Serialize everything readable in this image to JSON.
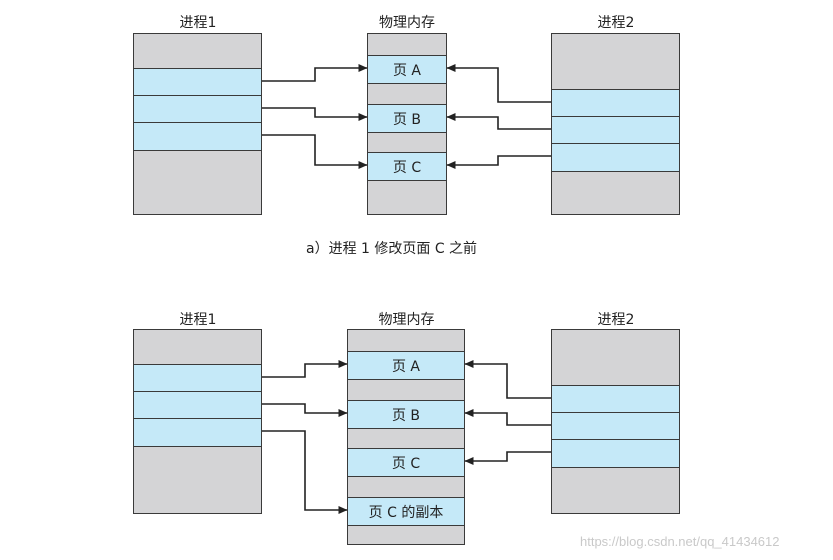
{
  "top": {
    "process1_title": "进程1",
    "memory_title": "物理内存",
    "process2_title": "进程2",
    "pages": [
      "页 A",
      "页 B",
      "页 C"
    ],
    "caption": "a）进程 1 修改页面 C 之前"
  },
  "bottom": {
    "process1_title": "进程1",
    "memory_title": "物理内存",
    "process2_title": "进程2",
    "pages": [
      "页 A",
      "页 B",
      "页 C",
      "页 C 的副本"
    ]
  },
  "watermark": "https://blog.csdn.net/qq_41434612",
  "colors": {
    "page": "#c5e9f8",
    "free": "#d4d4d6",
    "line": "#3a3a3a"
  }
}
